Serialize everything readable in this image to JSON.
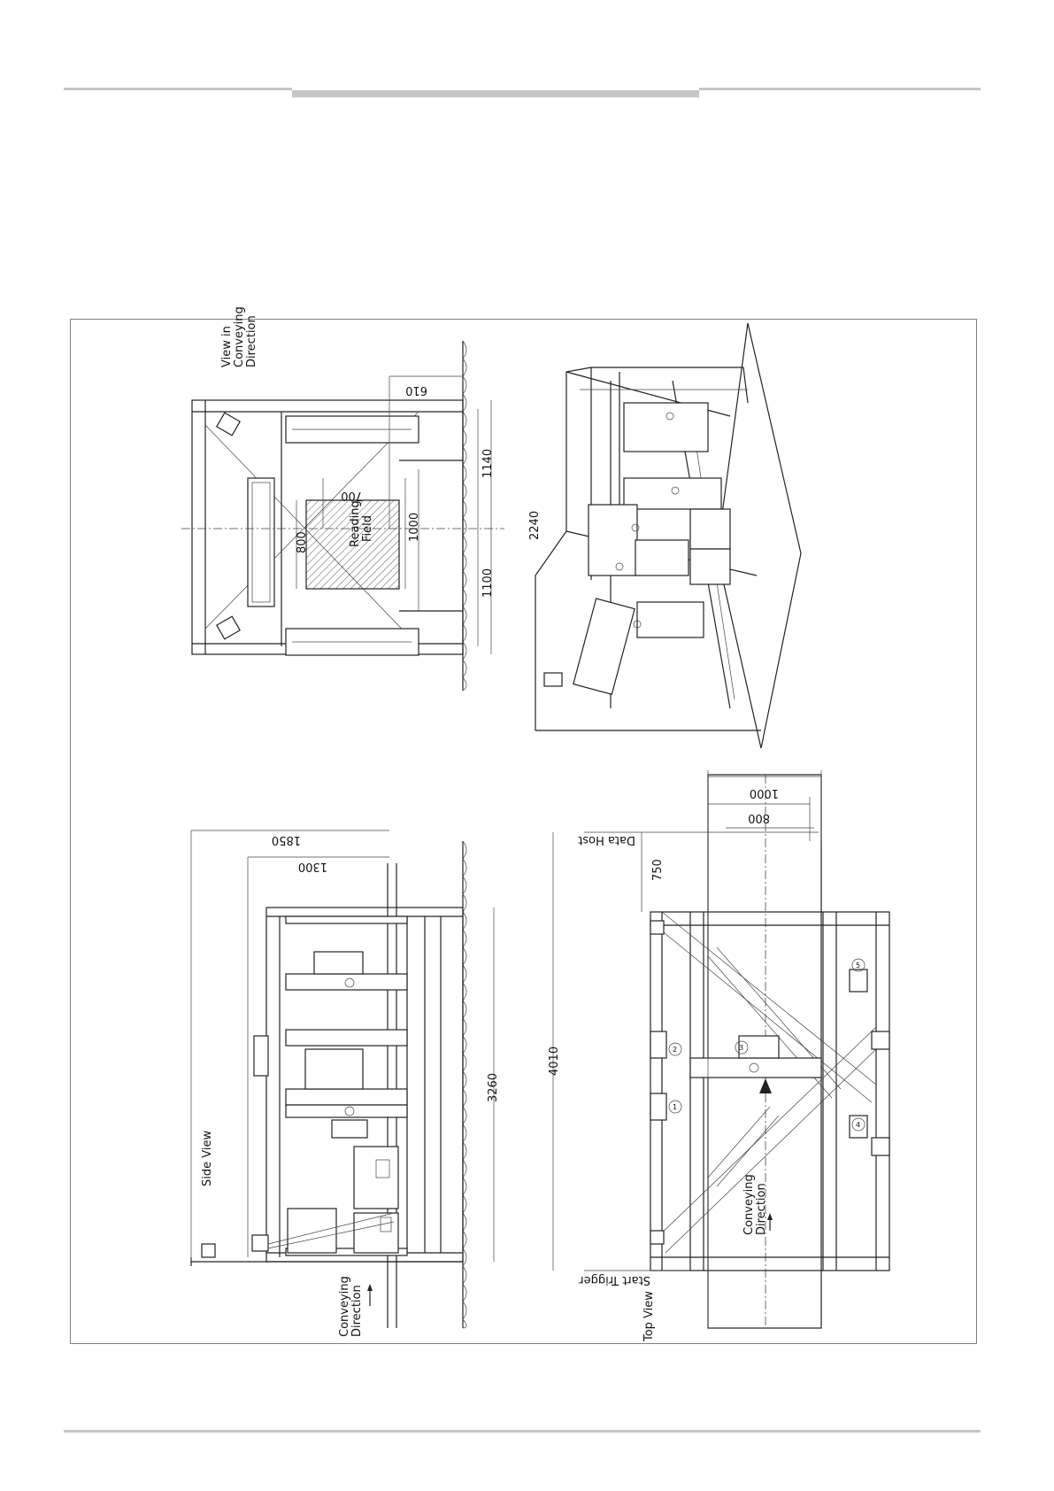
{
  "side_view": {
    "title": "Side View",
    "conveying_direction": "Conveying\nDirection",
    "dimensions": {
      "d1850": "1850",
      "d1300": "1300",
      "d3260": "3260"
    }
  },
  "end_view": {
    "title": "View in\nConveying\nDirection",
    "reading_field": "Reading\nField",
    "dimensions": {
      "d610": "610",
      "d700": "700",
      "d800": "800",
      "d1000": "1000",
      "d1100": "1100",
      "d1140": "1140",
      "d2240": "2240"
    }
  },
  "top_view": {
    "title": "Top View",
    "conveying_direction": "Conveying\nDirection",
    "start_trigger": "Start Trigger",
    "data_host": "Data Host",
    "dimensions": {
      "d4010": "4010",
      "d750": "750",
      "d800": "800",
      "d1000": "1000"
    },
    "device_numbers": [
      "1",
      "2",
      "3",
      "4",
      "5"
    ]
  }
}
